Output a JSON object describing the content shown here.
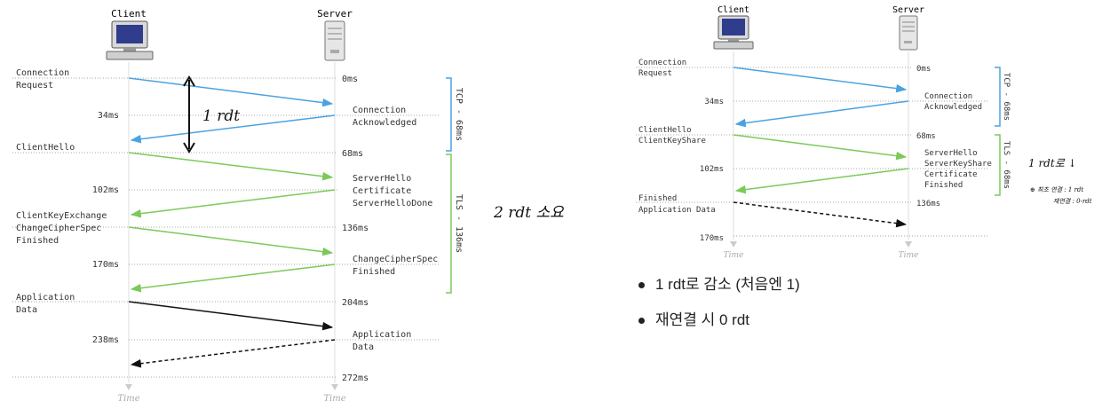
{
  "left_diagram": {
    "client_label": "Client",
    "server_label": "Server",
    "time_label": "Time",
    "client_labels": [
      "Connection",
      "Request",
      "34ms",
      "ClientHello",
      "102ms",
      "ClientKeyExchange",
      "ChangeCipherSpec",
      "Finished",
      "170ms",
      "Application",
      "Data",
      "238ms"
    ],
    "server_labels": [
      "0ms",
      "Connection",
      "Acknowledged",
      "68ms",
      "ServerHello",
      "Certificate",
      "ServerHelloDone",
      "136ms",
      "ChangeCipherSpec",
      "Finished",
      "204ms",
      "Application",
      "Data",
      "272ms"
    ],
    "tcp_bracket": "TCP - 68ms",
    "tls_bracket": "TLS - 136ms",
    "annotation_rtt": "1 rdt",
    "annotation_side": "2 rdt 소요"
  },
  "right_diagram": {
    "client_label": "Client",
    "server_label": "Server",
    "time_label": "Time",
    "client_labels": [
      "Connection",
      "Request",
      "34ms",
      "ClientHello",
      "ClientKeyShare",
      "102ms",
      "Finished",
      "Application Data",
      "170ms"
    ],
    "server_labels": [
      "0ms",
      "Connection",
      "Acknowledged",
      "68ms",
      "ServerHello",
      "ServerKeyShare",
      "Certificate",
      "Finished",
      "136ms"
    ],
    "tcp_bracket": "TCP - 68ms",
    "tls_bracket": "TLS - 68ms",
    "annotation_1": "1 rdt로 ↓",
    "annotation_2": "⊕ 최초 연결 : 1 rdt",
    "annotation_3": "재연결 : 0-rdt"
  },
  "bullets": [
    "1 rdt로 감소 (처음엔 1)",
    "재연결 시 0 rdt"
  ],
  "colors": {
    "tcp": "#4aa3e0",
    "tls": "#7cc95a",
    "app": "#111111"
  }
}
